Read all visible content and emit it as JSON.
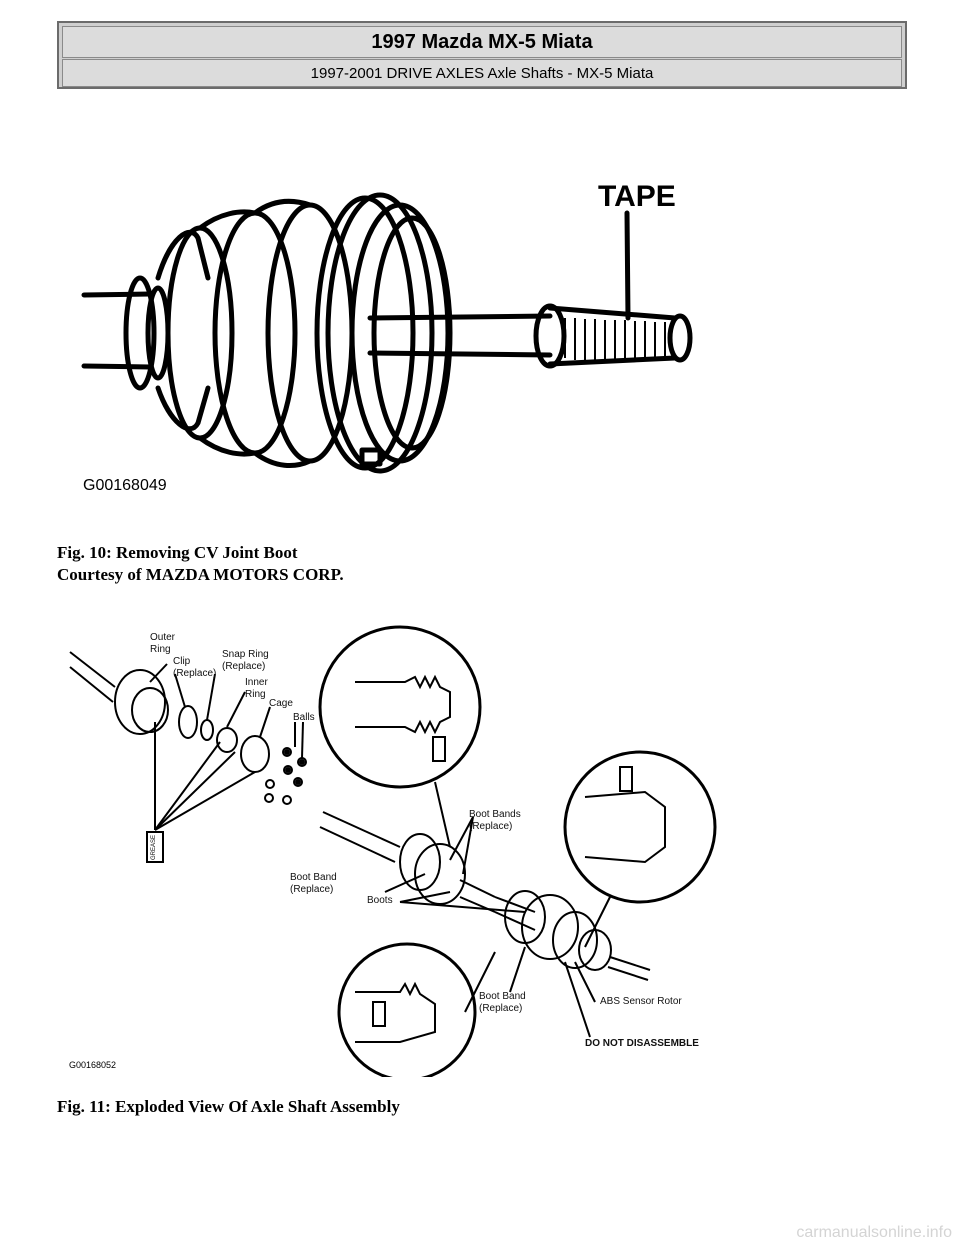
{
  "header": {
    "title": "1997 Mazda MX-5 Miata",
    "subtitle": "1997-2001 DRIVE AXLES Axle Shafts - MX-5 Miata"
  },
  "figure10": {
    "tape_label": "TAPE",
    "code": "G00168049",
    "caption_title": "Fig. 10: Removing CV Joint Boot",
    "caption_credit": "Courtesy of MAZDA MOTORS CORP."
  },
  "figure11": {
    "code": "G00168052",
    "labels": {
      "outer_ring_1": "Outer",
      "outer_ring_2": "Ring",
      "clip_1": "Clip",
      "clip_2": "(Replace)",
      "snap_ring_1": "Snap Ring",
      "snap_ring_2": "(Replace)",
      "inner_ring_1": "Inner",
      "inner_ring_2": "Ring",
      "cage": "Cage",
      "balls": "Balls",
      "boot_bands_1": "Boot Bands",
      "boot_bands_2": "(Replace)",
      "boot_band_left_1": "Boot Band",
      "boot_band_left_2": "(Replace)",
      "boots": "Boots",
      "boot_band_bottom_1": "Boot Band",
      "boot_band_bottom_2": "(Replace)",
      "abs_sensor_rotor": "ABS Sensor Rotor",
      "do_not_disassemble": "DO NOT DISASSEMBLE",
      "grease": "GREASE"
    },
    "caption_title": "Fig. 11: Exploded View Of Axle Shaft Assembly"
  },
  "footer": {
    "watermark": "carmanualsonline.info"
  }
}
